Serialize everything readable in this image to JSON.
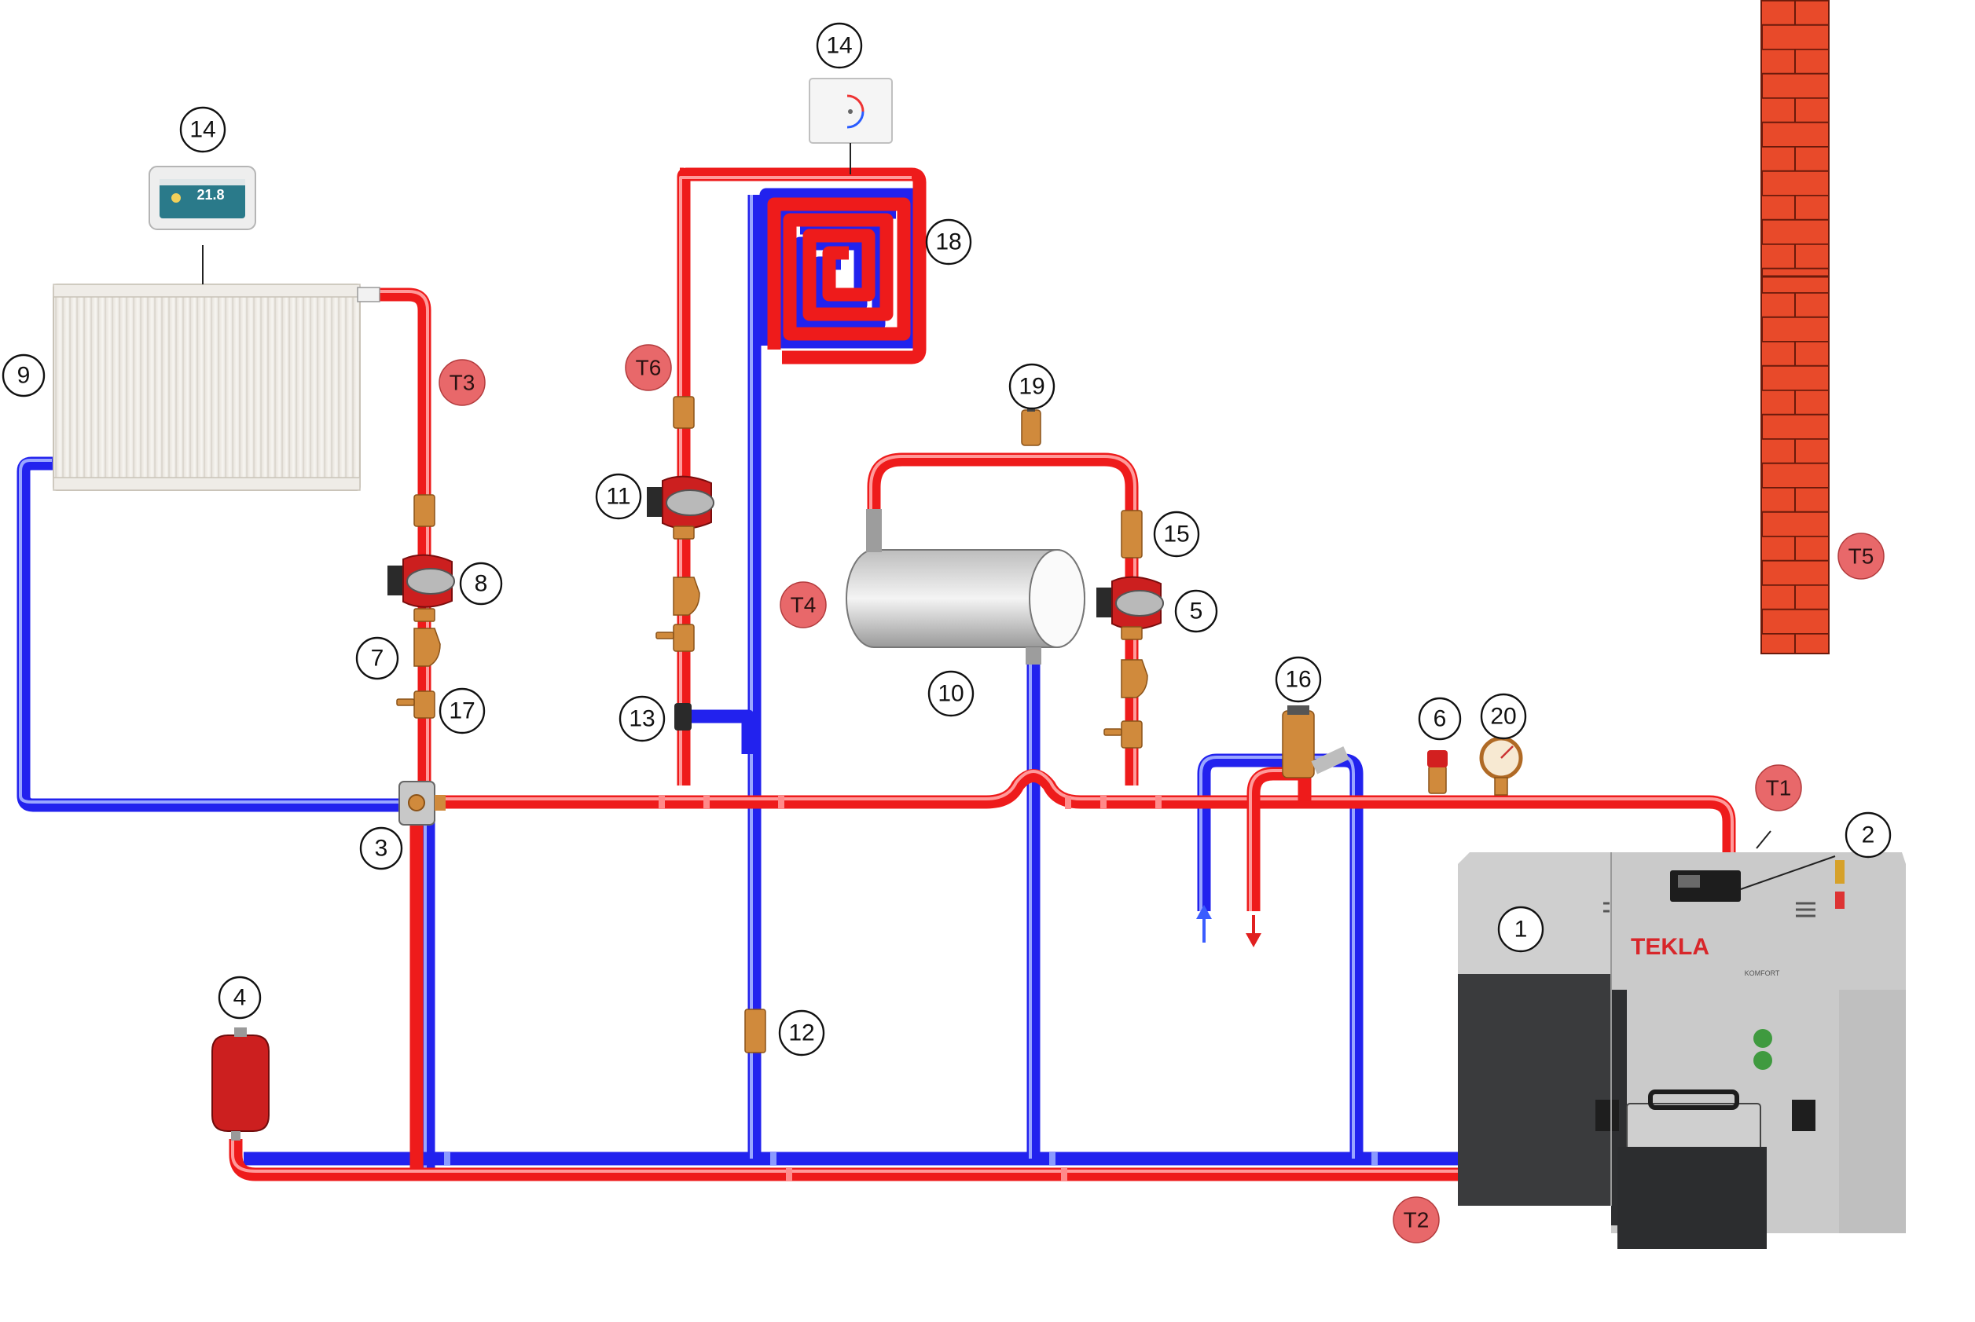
{
  "labels": {
    "n1": "1",
    "n2": "2",
    "n3": "3",
    "n4": "4",
    "n5": "5",
    "n6": "6",
    "n7": "7",
    "n8": "8",
    "n9": "9",
    "n10": "10",
    "n11": "11",
    "n12": "12",
    "n13": "13",
    "n14a": "14",
    "n14b": "14",
    "n15": "15",
    "n16": "16",
    "n17": "17",
    "n18": "18",
    "n19": "19",
    "n20": "20"
  },
  "sensors": {
    "t1": "T1",
    "t2": "T2",
    "t3": "T3",
    "t4": "T4",
    "t5": "T5",
    "t6": "T6"
  },
  "thermostat_display": "21.8",
  "boiler_brand": "TEKLA",
  "boiler_model": "KOMFORT",
  "colors": {
    "supply": "#ee1b1b",
    "return": "#2222ee",
    "sensor": "#e8686a",
    "brick": "#e84a2a",
    "boiler_dark": "#3a3b3d",
    "boiler_light": "#c9c9c9"
  }
}
